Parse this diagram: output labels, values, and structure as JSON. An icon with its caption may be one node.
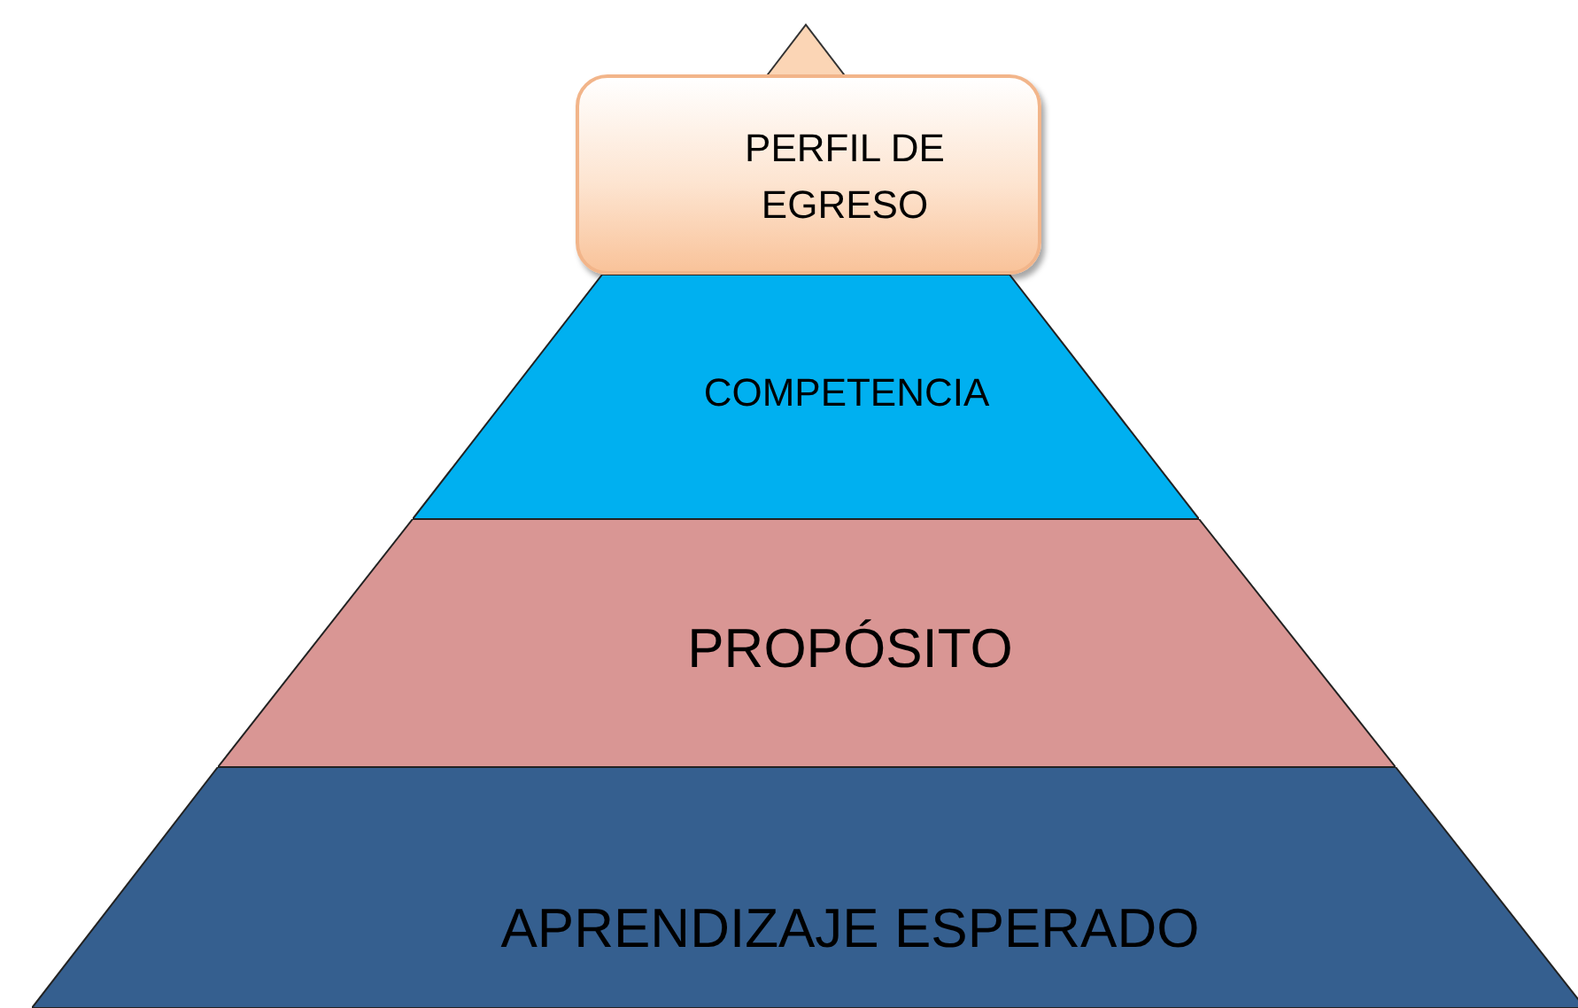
{
  "diagram": {
    "nodes": [
      {
        "text": [
          "PERFIL DE EGRESO"
        ]
      },
      {
        "text": [
          "COMPETENCIA"
        ]
      },
      {
        "text": [
          "PROPÓSITO"
        ]
      },
      {
        "text": [
          "APRENDIZAJE ESPERADO"
        ]
      }
    ]
  }
}
